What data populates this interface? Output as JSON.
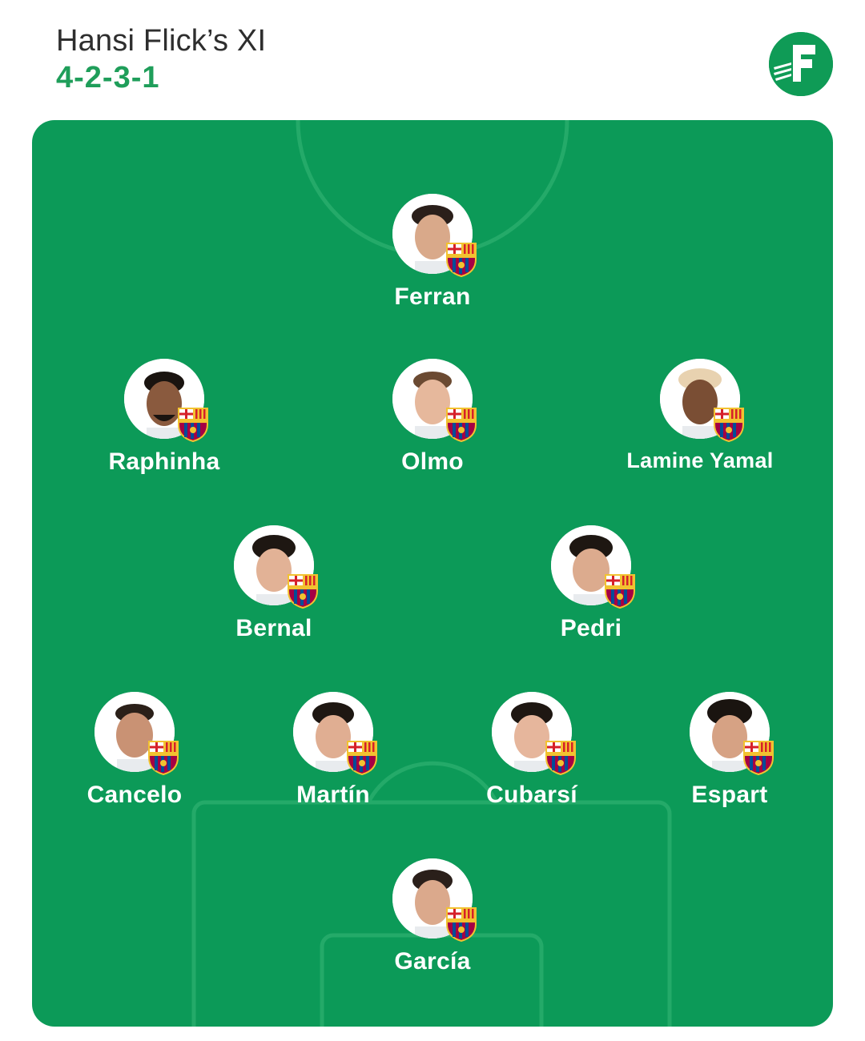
{
  "header": {
    "title": "Hansi Flick’s XI",
    "formation": "4-2-3-1"
  },
  "colors": {
    "pitch": "#0c9a58",
    "accent": "#1f9e5a",
    "text_on_pitch": "#ffffff",
    "title_text": "#2e2e2e"
  },
  "logo": {
    "icon": "footballer-logo-icon"
  },
  "players": {
    "st": {
      "name": "Ferran",
      "badge": "fc-barcelona-crest-icon"
    },
    "lw": {
      "name": "Raphinha",
      "badge": "fc-barcelona-crest-icon"
    },
    "cam": {
      "name": "Olmo",
      "badge": "fc-barcelona-crest-icon"
    },
    "rw": {
      "name": "Lamine Yamal",
      "badge": "fc-barcelona-crest-icon"
    },
    "lcm": {
      "name": "Bernal",
      "badge": "fc-barcelona-crest-icon"
    },
    "rcm": {
      "name": "Pedri",
      "badge": "fc-barcelona-crest-icon"
    },
    "lb": {
      "name": "Cancelo",
      "badge": "fc-barcelona-crest-icon"
    },
    "lcb": {
      "name": "Martín",
      "badge": "fc-barcelona-crest-icon"
    },
    "rcb": {
      "name": "Cubarsí",
      "badge": "fc-barcelona-crest-icon"
    },
    "rb": {
      "name": "Espart",
      "badge": "fc-barcelona-crest-icon"
    },
    "gk": {
      "name": "García",
      "badge": "fc-barcelona-crest-icon"
    }
  }
}
